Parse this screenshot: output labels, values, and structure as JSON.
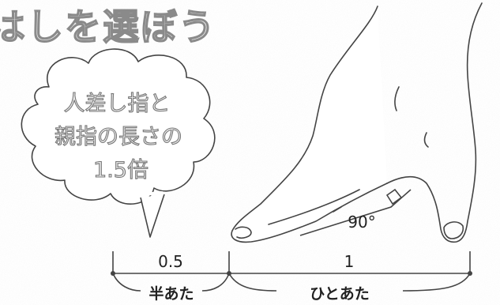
{
  "title": "はしを選ぼう",
  "bubble": {
    "line1": "人差し指と",
    "line2": "親指の長さの",
    "line3": "1.5倍"
  },
  "angle_label": "90°",
  "scale": {
    "left_value": "0.5",
    "right_value": "1",
    "left_name": "半あた",
    "right_name": "ひとあた"
  }
}
